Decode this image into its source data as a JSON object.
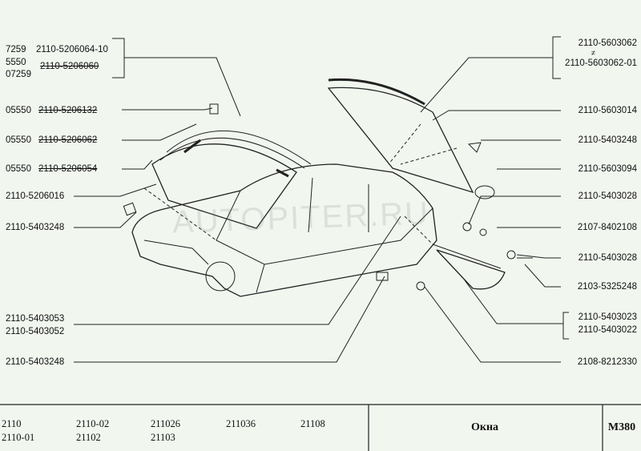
{
  "left_labels": {
    "group1": {
      "codes": [
        "7259",
        "5550",
        "07259"
      ],
      "part_a": "2110-5206064-10",
      "part_b": "2110-5206060"
    },
    "row1": {
      "code": "05550",
      "part": "2110-5206132"
    },
    "row2": {
      "code": "05550",
      "part": "2110-5206062"
    },
    "row3": {
      "code": "05550",
      "part": "2110-5206054"
    },
    "row4": "2110-5206016",
    "row5": "2110-5403248",
    "row6a": "2110-5403053",
    "row6b": "2110-5403052",
    "row7": "2110-5403248"
  },
  "right_labels": {
    "group1a": "2110-5603062",
    "group1sym": "≠",
    "group1b": "2110-5603062-01",
    "r1": "2110-5603014",
    "r2": "2110-5403248",
    "r3": "2110-5603094",
    "r4": "2110-5403028",
    "r5": "2107-8402108",
    "r6": "2110-5403028",
    "r7": "2103-5325248",
    "group2a": "2110-5403023",
    "group2b": "2110-5403022",
    "r8": "2108-8212330"
  },
  "watermark": "AUTOPITER.RU",
  "footer": {
    "models": [
      [
        "2110",
        "2110-01"
      ],
      [
        "2110-02",
        "21102"
      ],
      [
        "211026",
        "21103"
      ],
      [
        "211036",
        ""
      ],
      [
        "21108",
        ""
      ]
    ],
    "title": "Окна",
    "code": "M380"
  }
}
